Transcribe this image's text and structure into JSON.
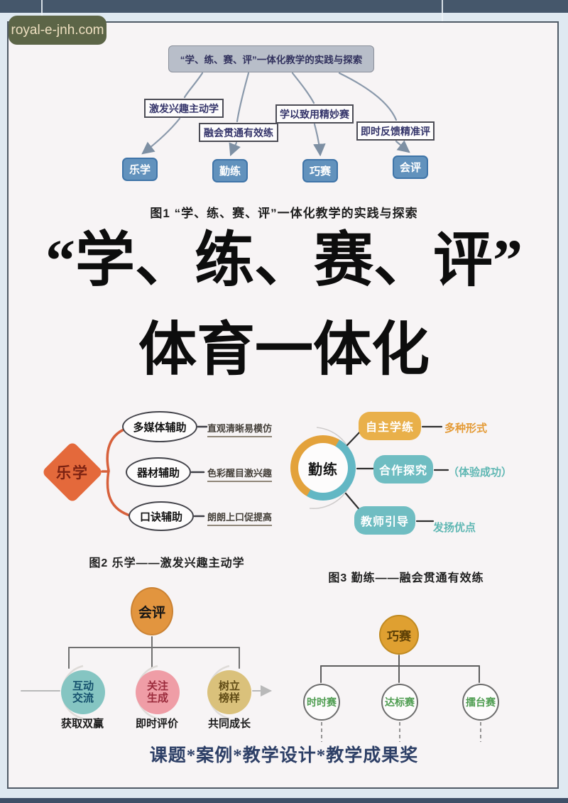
{
  "watermark": "royal-e-jnh.com",
  "fig1": {
    "root": "“学、练、赛、评”一体化教学的实践与探索",
    "branches": [
      "激发兴趣主动学",
      "融会贯通有效练",
      "学以致用精妙赛",
      "即时反馈精准评"
    ],
    "nodes": [
      "乐学",
      "勤练",
      "巧赛",
      "会评"
    ],
    "caption": "图1 “学、练、赛、评”一体化教学的实践与探索"
  },
  "title": {
    "line1": "“学、练、赛、评”",
    "line2": "体育一体化"
  },
  "fig2": {
    "center": "乐学",
    "items": [
      {
        "node": "多媒体辅助",
        "label": "直观清晰易模仿"
      },
      {
        "node": "器材辅助",
        "label": "色彩醒目激兴趣"
      },
      {
        "node": "口诀辅助",
        "label": "朗朗上口促提高"
      }
    ],
    "caption": "图2 乐学——激发兴趣主动学"
  },
  "fig3": {
    "center": "勤练",
    "items": [
      {
        "node": "自主学练",
        "label": "多种形式"
      },
      {
        "node": "合作探究",
        "label": "（体验成功）"
      },
      {
        "node": "教师引导",
        "label": "发扬优点"
      }
    ],
    "caption": "图3 勤练——融会贯通有效练"
  },
  "fig4": {
    "center": "会评",
    "items": [
      {
        "line1": "互动",
        "line2": "交流",
        "label": "获取双赢"
      },
      {
        "line1": "关注",
        "line2": "生成",
        "label": "即时评价"
      },
      {
        "line1": "树立",
        "line2": "榜样",
        "label": "共同成长"
      }
    ]
  },
  "fig5": {
    "center": "巧赛",
    "items": [
      "时时赛",
      "达标赛",
      "擂台赛"
    ]
  },
  "footer": "课题*案例*教学设计*教学成果奖",
  "colors": {
    "top_bar": "#45576b",
    "background": "#dfe9f1",
    "page_bg": "#f7f4f5",
    "watermark_bg": "#5c6547",
    "watermark_text": "#eedfc0",
    "root_box": "#b8bec9",
    "blue_node": "#6292bd",
    "orange_diamond": "#e4693b",
    "gold": "#e3a23b",
    "teal": "#62b7c4",
    "pink_circle": "#ef9da6",
    "tan_circle": "#dac17b",
    "green_text": "#4f9d51",
    "footer_text": "#2d3f66"
  }
}
